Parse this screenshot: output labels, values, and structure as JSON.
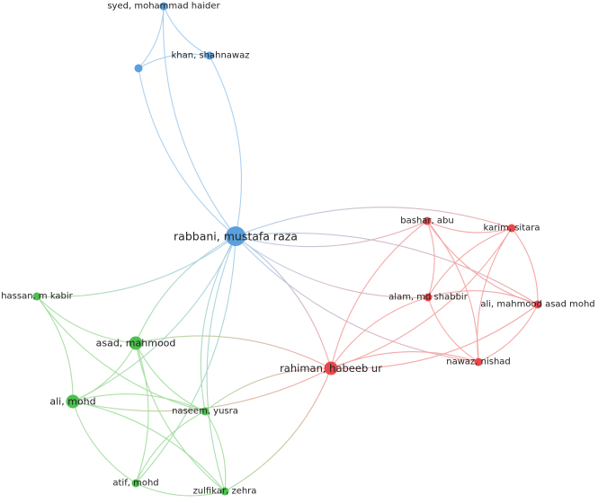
{
  "network": {
    "clusters": [
      {
        "id": 1,
        "color": "#5aa0dc",
        "edge_color": "#a9cfee"
      },
      {
        "id": 2,
        "color": "#e9484b",
        "edge_color": "#f3a4a4"
      },
      {
        "id": 3,
        "color": "#4cc050",
        "edge_color": "#a6dea0"
      }
    ],
    "nodes": [
      {
        "id": "rabbani",
        "label": "rabbani, mustafa raza",
        "cluster": 1,
        "weight": 3
      },
      {
        "id": "syed",
        "label": "syed, mohammad haider",
        "cluster": 1,
        "weight": 1
      },
      {
        "id": "khan",
        "label": "khan, shahnawaz",
        "cluster": 1,
        "weight": 1
      },
      {
        "id": "unlabeled",
        "label": "",
        "cluster": 1,
        "weight": 1
      },
      {
        "id": "rahiman",
        "label": "rahiman, habeeb ur",
        "cluster": 2,
        "weight": 2
      },
      {
        "id": "bashar",
        "label": "bashar, abu",
        "cluster": 2,
        "weight": 1
      },
      {
        "id": "karim",
        "label": "karim, sitara",
        "cluster": 2,
        "weight": 1
      },
      {
        "id": "alam",
        "label": "alam, md shabbir",
        "cluster": 2,
        "weight": 1
      },
      {
        "id": "ali_mahmood",
        "label": "ali, mahmood asad mohd",
        "cluster": 2,
        "weight": 1
      },
      {
        "id": "nawaz",
        "label": "nawaz, nishad",
        "cluster": 2,
        "weight": 1
      },
      {
        "id": "hassan",
        "label": "hassan, m kabir",
        "cluster": 3,
        "weight": 1
      },
      {
        "id": "asad",
        "label": "asad, mahmood",
        "cluster": 3,
        "weight": 2
      },
      {
        "id": "ali_mohd",
        "label": "ali, mohd",
        "cluster": 3,
        "weight": 2
      },
      {
        "id": "naseem",
        "label": "naseem, yusra",
        "cluster": 3,
        "weight": 1
      },
      {
        "id": "atif",
        "label": "atif, mohd",
        "cluster": 3,
        "weight": 1
      },
      {
        "id": "zulfikar",
        "label": "zulfikar, zehra",
        "cluster": 3,
        "weight": 1
      }
    ],
    "edges": [
      [
        "rabbani",
        "syed"
      ],
      [
        "rabbani",
        "khan"
      ],
      [
        "rabbani",
        "unlabeled"
      ],
      [
        "syed",
        "khan"
      ],
      [
        "syed",
        "unlabeled"
      ],
      [
        "khan",
        "unlabeled"
      ],
      [
        "rabbani",
        "rahiman"
      ],
      [
        "rabbani",
        "bashar"
      ],
      [
        "rabbani",
        "karim"
      ],
      [
        "rabbani",
        "alam"
      ],
      [
        "rabbani",
        "ali_mahmood"
      ],
      [
        "rabbani",
        "nawaz"
      ],
      [
        "rabbani",
        "hassan"
      ],
      [
        "rabbani",
        "asad"
      ],
      [
        "rabbani",
        "ali_mohd"
      ],
      [
        "rabbani",
        "naseem"
      ],
      [
        "rabbani",
        "atif"
      ],
      [
        "rabbani",
        "zulfikar"
      ],
      [
        "rahiman",
        "bashar"
      ],
      [
        "rahiman",
        "karim"
      ],
      [
        "rahiman",
        "alam"
      ],
      [
        "rahiman",
        "ali_mahmood"
      ],
      [
        "rahiman",
        "nawaz"
      ],
      [
        "rahiman",
        "asad"
      ],
      [
        "rahiman",
        "ali_mohd"
      ],
      [
        "rahiman",
        "naseem"
      ],
      [
        "rahiman",
        "zulfikar"
      ],
      [
        "bashar",
        "karim"
      ],
      [
        "bashar",
        "alam"
      ],
      [
        "bashar",
        "ali_mahmood"
      ],
      [
        "bashar",
        "nawaz"
      ],
      [
        "karim",
        "alam"
      ],
      [
        "karim",
        "ali_mahmood"
      ],
      [
        "karim",
        "nawaz"
      ],
      [
        "alam",
        "ali_mahmood"
      ],
      [
        "alam",
        "nawaz"
      ],
      [
        "ali_mahmood",
        "nawaz"
      ],
      [
        "hassan",
        "asad"
      ],
      [
        "hassan",
        "ali_mohd"
      ],
      [
        "hassan",
        "naseem"
      ],
      [
        "asad",
        "ali_mohd"
      ],
      [
        "asad",
        "naseem"
      ],
      [
        "asad",
        "atif"
      ],
      [
        "asad",
        "zulfikar"
      ],
      [
        "ali_mohd",
        "naseem"
      ],
      [
        "ali_mohd",
        "atif"
      ],
      [
        "ali_mohd",
        "zulfikar"
      ],
      [
        "naseem",
        "atif"
      ],
      [
        "naseem",
        "zulfikar"
      ],
      [
        "atif",
        "zulfikar"
      ]
    ]
  }
}
